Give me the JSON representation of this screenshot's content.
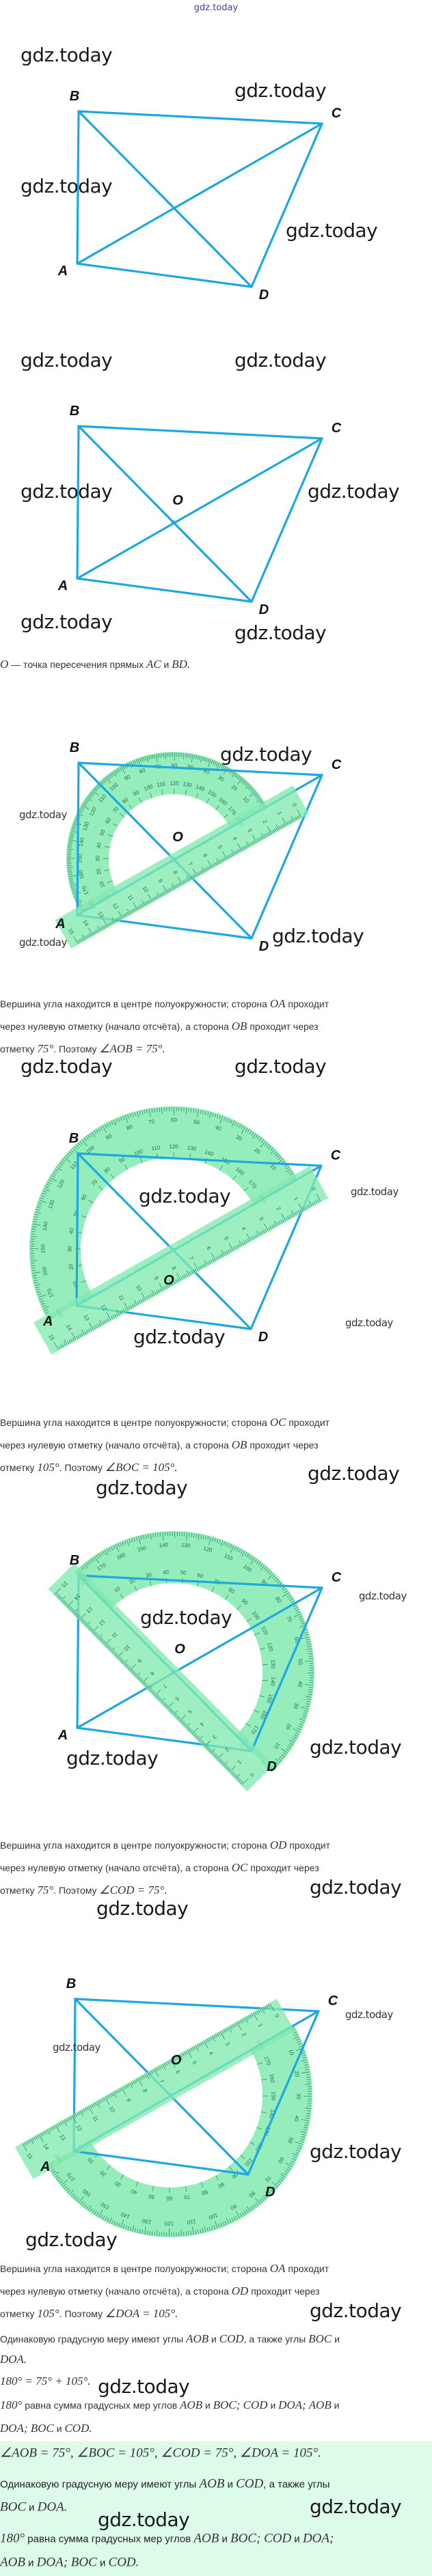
{
  "header": {
    "site_link": "gdz.today"
  },
  "watermark": "gdz.today",
  "points": {
    "A": "A",
    "B": "B",
    "C": "C",
    "D": "D",
    "O": "O"
  },
  "protractor_scale": {
    "outer": [
      "0",
      "10",
      "20",
      "30",
      "40",
      "50",
      "60",
      "70",
      "80",
      "90",
      "100",
      "110",
      "120",
      "130",
      "140",
      "150",
      "160",
      "170",
      "180"
    ],
    "inner": [
      "180",
      "170",
      "160",
      "150",
      "140",
      "130",
      "120",
      "110",
      "100",
      "90",
      "80",
      "70",
      "60",
      "50",
      "40",
      "30",
      "20",
      "10",
      "0"
    ]
  },
  "ruler_numbers": [
    "0",
    "1",
    "2",
    "3",
    "4",
    "5",
    "6",
    "7",
    "8",
    "9",
    "10",
    "11",
    "12",
    "13",
    "14",
    "15"
  ],
  "colors": {
    "line": "#1ea7e1",
    "protractor": "#86ebb4",
    "answer_bg": "#dcfbe9"
  },
  "text": {
    "blocks": [
      {
        "lines": [
          [
            {
              "t": "O",
              "m": true
            },
            {
              "t": " — точка пересечения прямых ",
              "m": false
            },
            {
              "t": "AC",
              "m": true
            },
            {
              "t": " и ",
              "m": false
            },
            {
              "t": "BD.",
              "m": true
            }
          ]
        ]
      },
      {
        "lines": [
          [
            {
              "t": "Вершина угла находится в центре полуокружности; сторона ",
              "m": false
            },
            {
              "t": "OA",
              "m": true
            },
            {
              "t": " проходит",
              "m": false
            }
          ],
          [
            {
              "t": "через нулевую отметку (начало отсчёта), а сторона ",
              "m": false
            },
            {
              "t": "OB",
              "m": true
            },
            {
              "t": " проходит через",
              "m": false
            }
          ],
          [
            {
              "t": "отметку ",
              "m": false
            },
            {
              "t": "75°",
              "m": true
            },
            {
              "t": ". Поэтому ",
              "m": false
            },
            {
              "t": "∠AOB = 75°.",
              "m": true
            }
          ]
        ]
      },
      {
        "lines": [
          [
            {
              "t": "Вершина угла находится в центре полуокружности; сторона ",
              "m": false
            },
            {
              "t": "OC",
              "m": true
            },
            {
              "t": " проходит",
              "m": false
            }
          ],
          [
            {
              "t": "через нулевую отметку (начало отсчёта), а сторона ",
              "m": false
            },
            {
              "t": "OB",
              "m": true
            },
            {
              "t": " проходит через",
              "m": false
            }
          ],
          [
            {
              "t": "отметку ",
              "m": false
            },
            {
              "t": "105°",
              "m": true
            },
            {
              "t": ". Поэтому ",
              "m": false
            },
            {
              "t": "∠BOC = 105°.",
              "m": true
            }
          ]
        ]
      },
      {
        "lines": [
          [
            {
              "t": "Вершина угла находится в центре полуокружности; сторона ",
              "m": false
            },
            {
              "t": "OD",
              "m": true
            },
            {
              "t": " проходит",
              "m": false
            }
          ],
          [
            {
              "t": "через нулевую отметку (начало отсчёта), а сторона ",
              "m": false
            },
            {
              "t": "OC",
              "m": true
            },
            {
              "t": " проходит через",
              "m": false
            }
          ],
          [
            {
              "t": "отметку ",
              "m": false
            },
            {
              "t": "75°",
              "m": true
            },
            {
              "t": ". Поэтому ",
              "m": false
            },
            {
              "t": "∠COD = 75°.",
              "m": true
            }
          ]
        ]
      },
      {
        "lines": [
          [
            {
              "t": "Вершина угла находится в центре полуокружности; сторона ",
              "m": false
            },
            {
              "t": "OA",
              "m": true
            },
            {
              "t": " проходит",
              "m": false
            }
          ],
          [
            {
              "t": "через нулевую отметку (начало отсчёта), а сторона ",
              "m": false
            },
            {
              "t": "OD",
              "m": true
            },
            {
              "t": " проходит через",
              "m": false
            }
          ],
          [
            {
              "t": "отметку ",
              "m": false
            },
            {
              "t": "105°",
              "m": true
            },
            {
              "t": ". Поэтому ",
              "m": false
            },
            {
              "t": "∠DOA = 105°.",
              "m": true
            }
          ]
        ]
      },
      {
        "lines": [
          [
            {
              "t": "Одинаковую градусную меру имеют углы ",
              "m": false
            },
            {
              "t": "AOB",
              "m": true
            },
            {
              "t": " и ",
              "m": false
            },
            {
              "t": "COD",
              "m": true
            },
            {
              "t": ", а также углы ",
              "m": false
            },
            {
              "t": "BOC",
              "m": true
            },
            {
              "t": " и",
              "m": false
            }
          ],
          [
            {
              "t": "DOA.",
              "m": true
            }
          ],
          [
            {
              "t": "180° = 75° + 105°.",
              "m": true
            }
          ],
          [
            {
              "t": "180°",
              "m": true
            },
            {
              "t": " равна сумма градусных мер углов ",
              "m": false
            },
            {
              "t": "AOB",
              "m": true
            },
            {
              "t": " и ",
              "m": false
            },
            {
              "t": "BOC; COD",
              "m": true
            },
            {
              "t": " и ",
              "m": false
            },
            {
              "t": "DOA; AOB",
              "m": true
            },
            {
              "t": " и",
              "m": false
            }
          ],
          [
            {
              "t": "DOA; BOC",
              "m": true
            },
            {
              "t": " и ",
              "m": false
            },
            {
              "t": "COD.",
              "m": true
            }
          ]
        ]
      },
      {
        "answer": true,
        "lines": [
          [
            {
              "t": "∠AOB = 75°, ∠BOC = 105°, ∠COD = 75°, ∠DOA = 105°.",
              "m": true
            }
          ],
          [
            {
              "t": "Одинаковую градусную меру имеют углы ",
              "m": false
            },
            {
              "t": "AOB",
              "m": true
            },
            {
              "t": " и ",
              "m": false
            },
            {
              "t": "COD",
              "m": true
            },
            {
              "t": ", а также углы",
              "m": false
            }
          ],
          [
            {
              "t": "BOC",
              "m": true
            },
            {
              "t": " и ",
              "m": false
            },
            {
              "t": "DOA.",
              "m": true
            }
          ],
          [
            {
              "t": "180°",
              "m": true
            },
            {
              "t": " равна сумма градусных мер углов ",
              "m": false
            },
            {
              "t": "AOB",
              "m": true
            },
            {
              "t": " и ",
              "m": false
            },
            {
              "t": "BOC; COD",
              "m": true
            },
            {
              "t": " и ",
              "m": false
            },
            {
              "t": "DOA;",
              "m": true
            }
          ],
          [
            {
              "t": "AOB",
              "m": true
            },
            {
              "t": " и ",
              "m": false
            },
            {
              "t": "DOA; BOC",
              "m": true
            },
            {
              "t": " и ",
              "m": false
            },
            {
              "t": "COD.",
              "m": true
            }
          ]
        ]
      }
    ]
  }
}
